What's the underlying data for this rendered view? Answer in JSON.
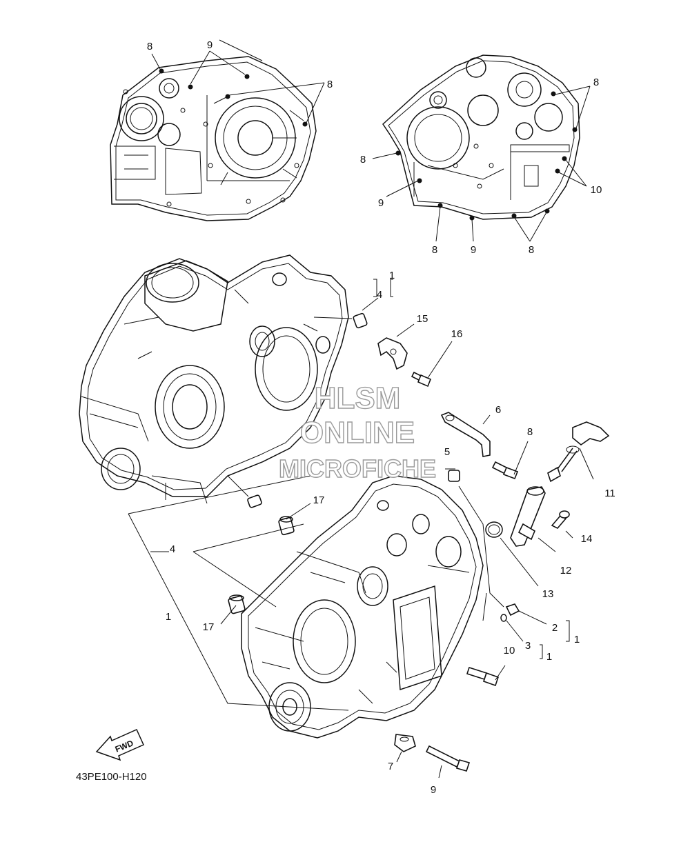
{
  "diagram": {
    "code": "43PE100-H120",
    "fwd_label": "FWD",
    "watermark": [
      "HLSM",
      "ONLINE",
      "MICROFICHE"
    ]
  },
  "callouts": {
    "top_left_8a": "8",
    "top_left_9": "9",
    "top_left_8b": "8",
    "top_right_8a": "8",
    "top_right_8b": "8",
    "top_right_9a": "9",
    "top_right_10": "10",
    "top_right_8c": "8",
    "top_right_9b": "9",
    "top_right_8d": "8",
    "p1_top": "1",
    "p4_top": "4",
    "p15": "15",
    "p16": "16",
    "p6": "6",
    "p8": "8",
    "p5": "5",
    "p11": "11",
    "p17a": "17",
    "p14": "14",
    "p4_left": "4",
    "p12": "12",
    "p13": "13",
    "p1_left": "1",
    "p17b": "17",
    "p2": "2",
    "p1_right_a": "1",
    "p3": "3",
    "p1_right_b": "1",
    "p10": "10",
    "p7": "7",
    "p9": "9"
  }
}
